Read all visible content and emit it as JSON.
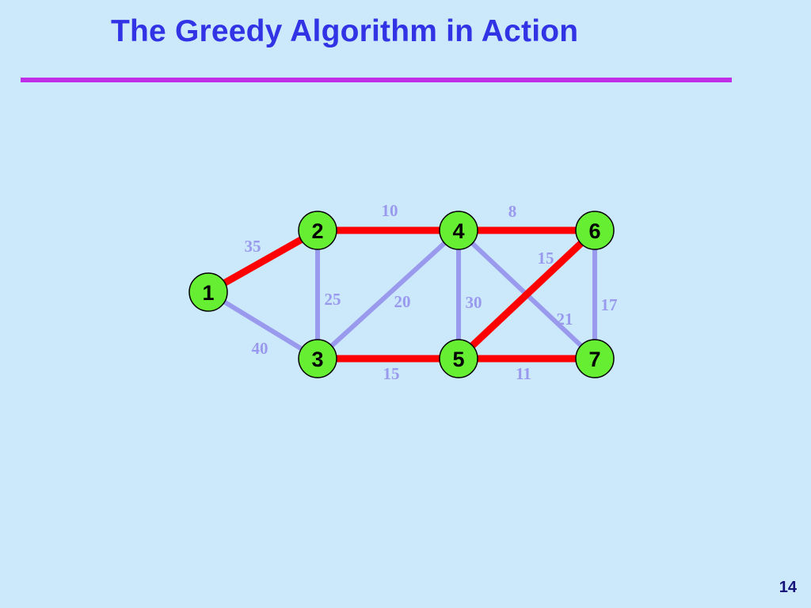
{
  "slide": {
    "title": "The Greedy Algorithm in Action",
    "page_number": "14"
  },
  "colors": {
    "background": "#cce9fb",
    "title": "#3333e6",
    "rule": "#c12ee8",
    "selected_edge": "#ff0000",
    "unselected_edge": "#9999ee",
    "weight_label": "#9999ee",
    "node_fill": "#66ee33",
    "node_stroke": "#000000"
  },
  "graph": {
    "nodes": [
      {
        "id": "1",
        "label": "1"
      },
      {
        "id": "2",
        "label": "2"
      },
      {
        "id": "3",
        "label": "3"
      },
      {
        "id": "4",
        "label": "4"
      },
      {
        "id": "5",
        "label": "5"
      },
      {
        "id": "6",
        "label": "6"
      },
      {
        "id": "7",
        "label": "7"
      }
    ],
    "edges": [
      {
        "from": "1",
        "to": "2",
        "weight": "35",
        "selected": true
      },
      {
        "from": "1",
        "to": "3",
        "weight": "40",
        "selected": false
      },
      {
        "from": "2",
        "to": "3",
        "weight": "25",
        "selected": false
      },
      {
        "from": "2",
        "to": "4",
        "weight": "10",
        "selected": true
      },
      {
        "from": "3",
        "to": "4",
        "weight": "20",
        "selected": false
      },
      {
        "from": "3",
        "to": "5",
        "weight": "15",
        "selected": true
      },
      {
        "from": "4",
        "to": "5",
        "weight": "30",
        "selected": false
      },
      {
        "from": "4",
        "to": "6",
        "weight": "8",
        "selected": true
      },
      {
        "from": "4",
        "to": "7",
        "weight": "21",
        "selected": false
      },
      {
        "from": "5",
        "to": "6",
        "weight": "15",
        "selected": true
      },
      {
        "from": "5",
        "to": "7",
        "weight": "11",
        "selected": true
      },
      {
        "from": "6",
        "to": "7",
        "weight": "17",
        "selected": false
      }
    ]
  }
}
